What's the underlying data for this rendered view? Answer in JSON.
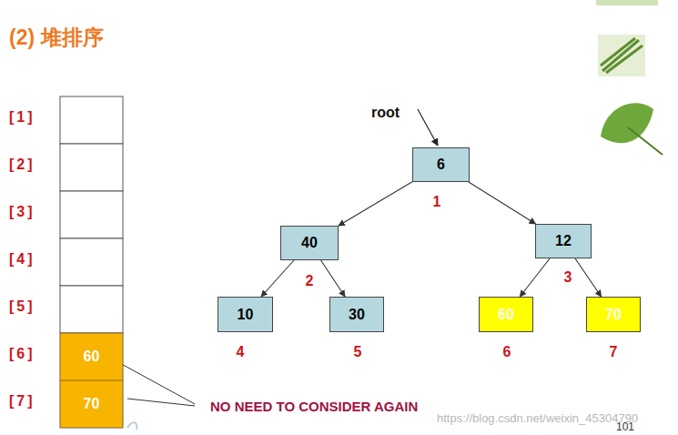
{
  "diagram": {
    "title": "(2) 堆排序",
    "nodes": [
      {
        "text": [
          "6"
        ]
      },
      {
        "text": [
          "40"
        ]
      },
      {
        "text": [
          "12"
        ]
      },
      {
        "text": [
          "10"
        ]
      },
      {
        "text": [
          "30"
        ]
      },
      {
        "text": [
          "60"
        ]
      },
      {
        "text": [
          "70"
        ]
      },
      {
        "text": [
          "60"
        ]
      },
      {
        "text": [
          "70"
        ]
      }
    ],
    "edges": [
      {
        "from": 0,
        "to": 1,
        "arrow": "to"
      },
      {
        "from": 0,
        "to": 2,
        "arrow": "to"
      },
      {
        "from": 1,
        "to": 3,
        "arrow": "to"
      },
      {
        "from": 1,
        "to": 4,
        "arrow": "to"
      },
      {
        "from": 2,
        "to": 5,
        "arrow": "to"
      },
      {
        "from": 2,
        "to": 6,
        "arrow": "to"
      }
    ],
    "labels": [
      "[1]",
      "[2]",
      "[3]",
      "[4]",
      "[5]",
      "[6]",
      "[7]",
      "root",
      "1",
      "2",
      "3",
      "4",
      "5",
      "6",
      "7",
      "NO NEED TO CONSIDER AGAIN",
      "https://blog.csdn.net/weixin_45304790",
      "101"
    ]
  }
}
